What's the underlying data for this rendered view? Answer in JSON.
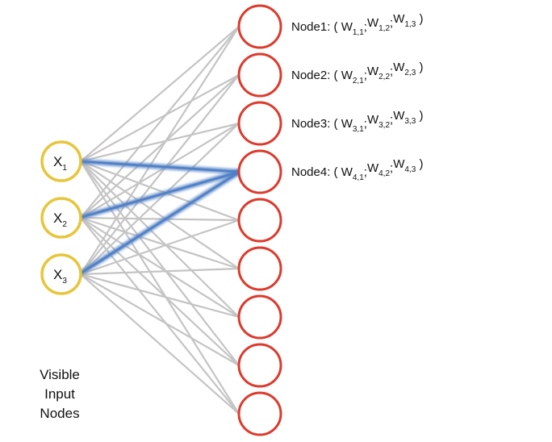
{
  "colors": {
    "input_stroke": "#e7c63c",
    "hidden_stroke": "#dd3a2c",
    "edge": "#c4c4c4",
    "highlight": "#4f7fc6"
  },
  "inputs": [
    {
      "base": "X",
      "sub": "1"
    },
    {
      "base": "X",
      "sub": "2"
    },
    {
      "base": "X",
      "sub": "3"
    }
  ],
  "caption": [
    "Visible",
    "Input",
    "Nodes"
  ],
  "hidden_count": 9,
  "highlight_node": 4,
  "node_labels": [
    {
      "name": "Node1:",
      "weights": [
        {
          "base": "W",
          "sub": "1,1"
        },
        {
          "base": "W",
          "sub": "1,2"
        },
        {
          "base": "W",
          "sub": "1,3"
        }
      ]
    },
    {
      "name": "Node2:",
      "weights": [
        {
          "base": "W",
          "sub": "2,1"
        },
        {
          "base": "W",
          "sub": "2,2"
        },
        {
          "base": "W",
          "sub": "2,3"
        }
      ]
    },
    {
      "name": "Node3:",
      "weights": [
        {
          "base": "W",
          "sub": "3,1"
        },
        {
          "base": "W",
          "sub": "3,2"
        },
        {
          "base": "W",
          "sub": "3,3"
        }
      ]
    },
    {
      "name": "Node4:",
      "weights": [
        {
          "base": "W",
          "sub": "4,1"
        },
        {
          "base": "W",
          "sub": "4,2"
        },
        {
          "base": "W",
          "sub": "4,3"
        }
      ]
    }
  ]
}
